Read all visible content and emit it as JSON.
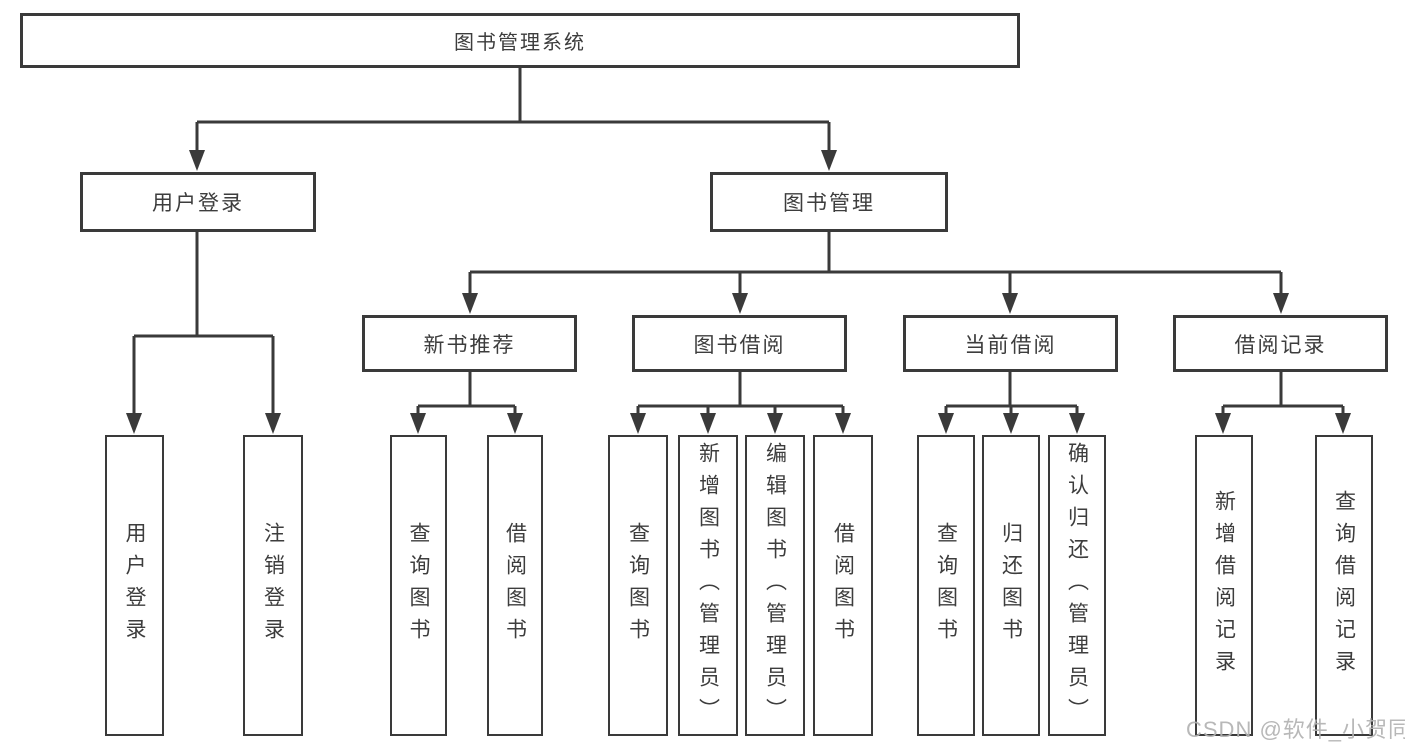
{
  "tree": {
    "root_label": "图书管理系统",
    "branches": [
      {
        "label": "用户登录",
        "leaves": [
          "用户登录",
          "注销登录"
        ]
      },
      {
        "label": "图书管理",
        "groups": [
          {
            "label": "新书推荐",
            "leaves": [
              "查询图书",
              "借阅图书"
            ]
          },
          {
            "label": "图书借阅",
            "leaves": [
              "查询图书",
              "新增图书（管理员）",
              "编辑图书（管理员）",
              "借阅图书"
            ]
          },
          {
            "label": "当前借阅",
            "leaves": [
              "查询图书",
              "归还图书",
              "确认归还（管理员）"
            ]
          },
          {
            "label": "借阅记录",
            "leaves": [
              "新增借阅记录",
              "查询借阅记录"
            ]
          }
        ]
      }
    ]
  },
  "watermark": "CSDN @软件_小贺同学",
  "colors": {
    "line": "#3a3a3a",
    "text": "#3d3d3d",
    "box_background": "#ffffff",
    "watermark": "#b2b2b2",
    "background": "#ffffff"
  }
}
